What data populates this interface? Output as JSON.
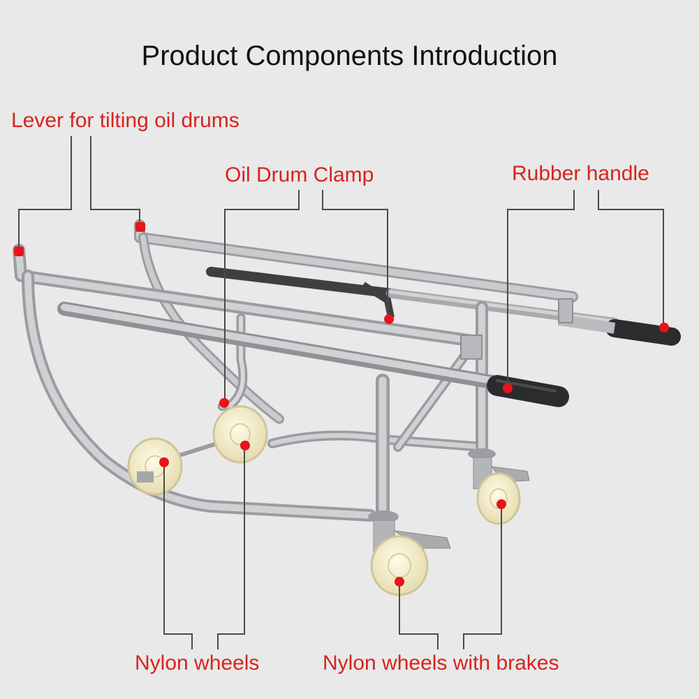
{
  "title": "Product Components Introduction",
  "labels": {
    "lever": "Lever for tilting oil drums",
    "clamp": "Oil Drum Clamp",
    "handle": "Rubber handle",
    "nylon_wheels": "Nylon wheels",
    "nylon_wheels_brakes": "Nylon wheels with brakes"
  },
  "colors": {
    "background": "#e9e9e9",
    "label_text": "#d8231e",
    "marker": "#e8141c",
    "frame": "#b4b6b9",
    "leader_line": "#4a4a4a",
    "wheel": "#f3eccb"
  }
}
